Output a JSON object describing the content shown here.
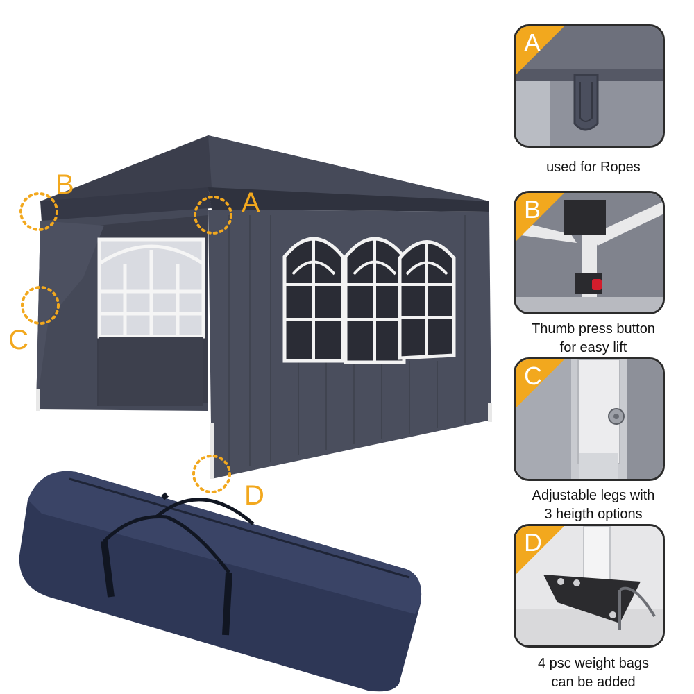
{
  "markers": {
    "a": "A",
    "b": "B",
    "c": "C",
    "d": "D"
  },
  "panels": [
    {
      "badge": "A",
      "caption_line1": "used for Ropes",
      "caption_line2": ""
    },
    {
      "badge": "B",
      "caption_line1": "Thumb press button",
      "caption_line2": "for easy lift"
    },
    {
      "badge": "C",
      "caption_line1": "Adjustable legs with",
      "caption_line2": "3 heigth options"
    },
    {
      "badge": "D",
      "caption_line1": "4 psc weight bags",
      "caption_line2": "can be added"
    }
  ],
  "colors": {
    "tent": "#3f4250",
    "accent": "#f2a81e",
    "bag": "#2c3552"
  }
}
